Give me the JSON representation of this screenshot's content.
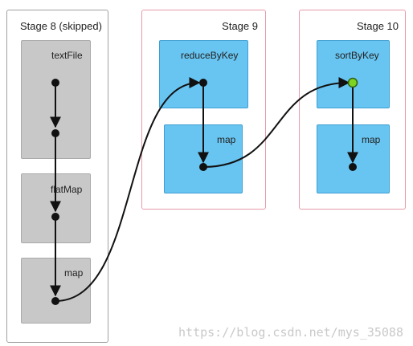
{
  "stages": [
    {
      "title": "Stage 8 (skipped)",
      "ops": [
        "textFile",
        "flatMap",
        "map"
      ]
    },
    {
      "title": "Stage 9",
      "ops": [
        "reduceByKey",
        "map"
      ]
    },
    {
      "title": "Stage 10",
      "ops": [
        "sortByKey",
        "map"
      ]
    }
  ],
  "colors": {
    "skipped_border": "#a0a0a0",
    "stage_border": "#e89aa9",
    "gray_box": "#c8c8c8",
    "blue_box": "#68c4f0",
    "node": "#111111",
    "highlight_node": "#7ed321"
  },
  "watermark": "https://blog.csdn.net/mys_35088"
}
